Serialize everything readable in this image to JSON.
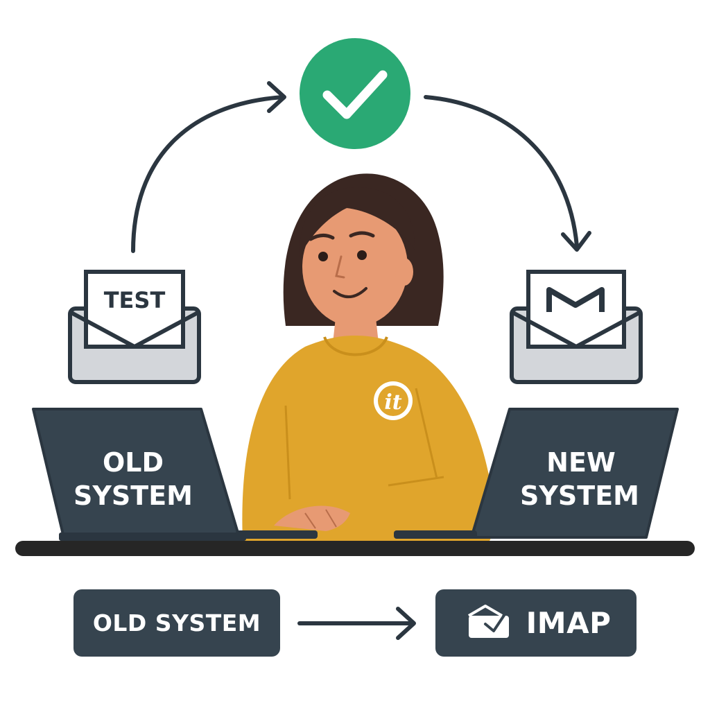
{
  "colors": {
    "dark": "#36444f",
    "outline": "#2b3640",
    "check_green": "#2aa974",
    "sweater": "#e0a52c",
    "skin": "#e79a73",
    "hair": "#3a2722",
    "envelope_fill": "#d3d6da",
    "desk": "#262626",
    "white": "#ffffff"
  },
  "icons": {
    "status": "check-circle-icon",
    "left_envelope": "envelope-test-icon",
    "right_envelope": "envelope-mail-icon",
    "badge": "it-logo-icon",
    "imap": "mailbox-icon",
    "arrow": "arrow-right-icon"
  },
  "envelope_left": {
    "letter_text": "TEST"
  },
  "laptop_left": {
    "line1": "OLD",
    "line2": "SYSTEM"
  },
  "laptop_right": {
    "line1": "NEW",
    "line2": "SYSTEM"
  },
  "bottom": {
    "source_label": "OLD SYSTEM",
    "target_label": "IMAP"
  }
}
